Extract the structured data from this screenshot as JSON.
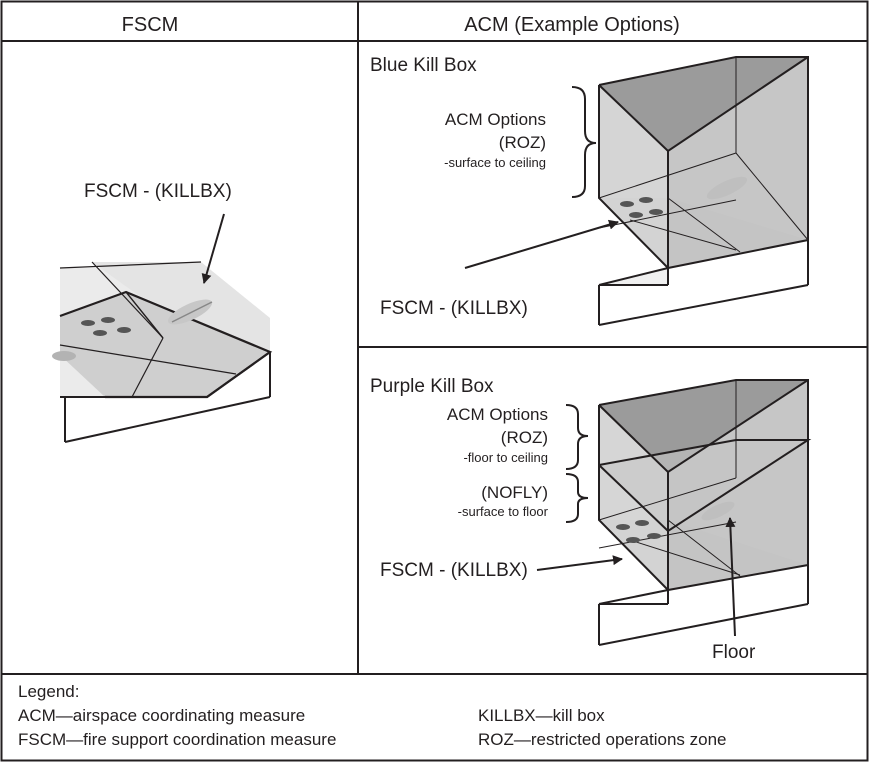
{
  "header": {
    "left_title": "FSCM",
    "right_title": "ACM (Example Options)"
  },
  "left_panel": {
    "callout": "FSCM - (KILLBX)"
  },
  "blue_panel": {
    "title": "Blue Kill Box",
    "acm_label": "ACM Options",
    "roz_label": "(ROZ)",
    "roz_extent": "-surface to ceiling",
    "fscm_label": "FSCM - (KILLBX)"
  },
  "purple_panel": {
    "title": "Purple Kill Box",
    "acm_label": "ACM Options",
    "roz_label": "(ROZ)",
    "roz_extent": "-floor to ceiling",
    "nofly_label": "(NOFLY)",
    "nofly_extent": "-surface to floor",
    "fscm_label": "FSCM - (KILLBX)",
    "floor_label": "Floor"
  },
  "legend": {
    "title": "Legend:",
    "items": [
      "ACM—airspace coordinating measure",
      "FSCM—fire support coordination measure",
      "KILLBX—kill box",
      "ROZ—restricted operations zone"
    ]
  }
}
